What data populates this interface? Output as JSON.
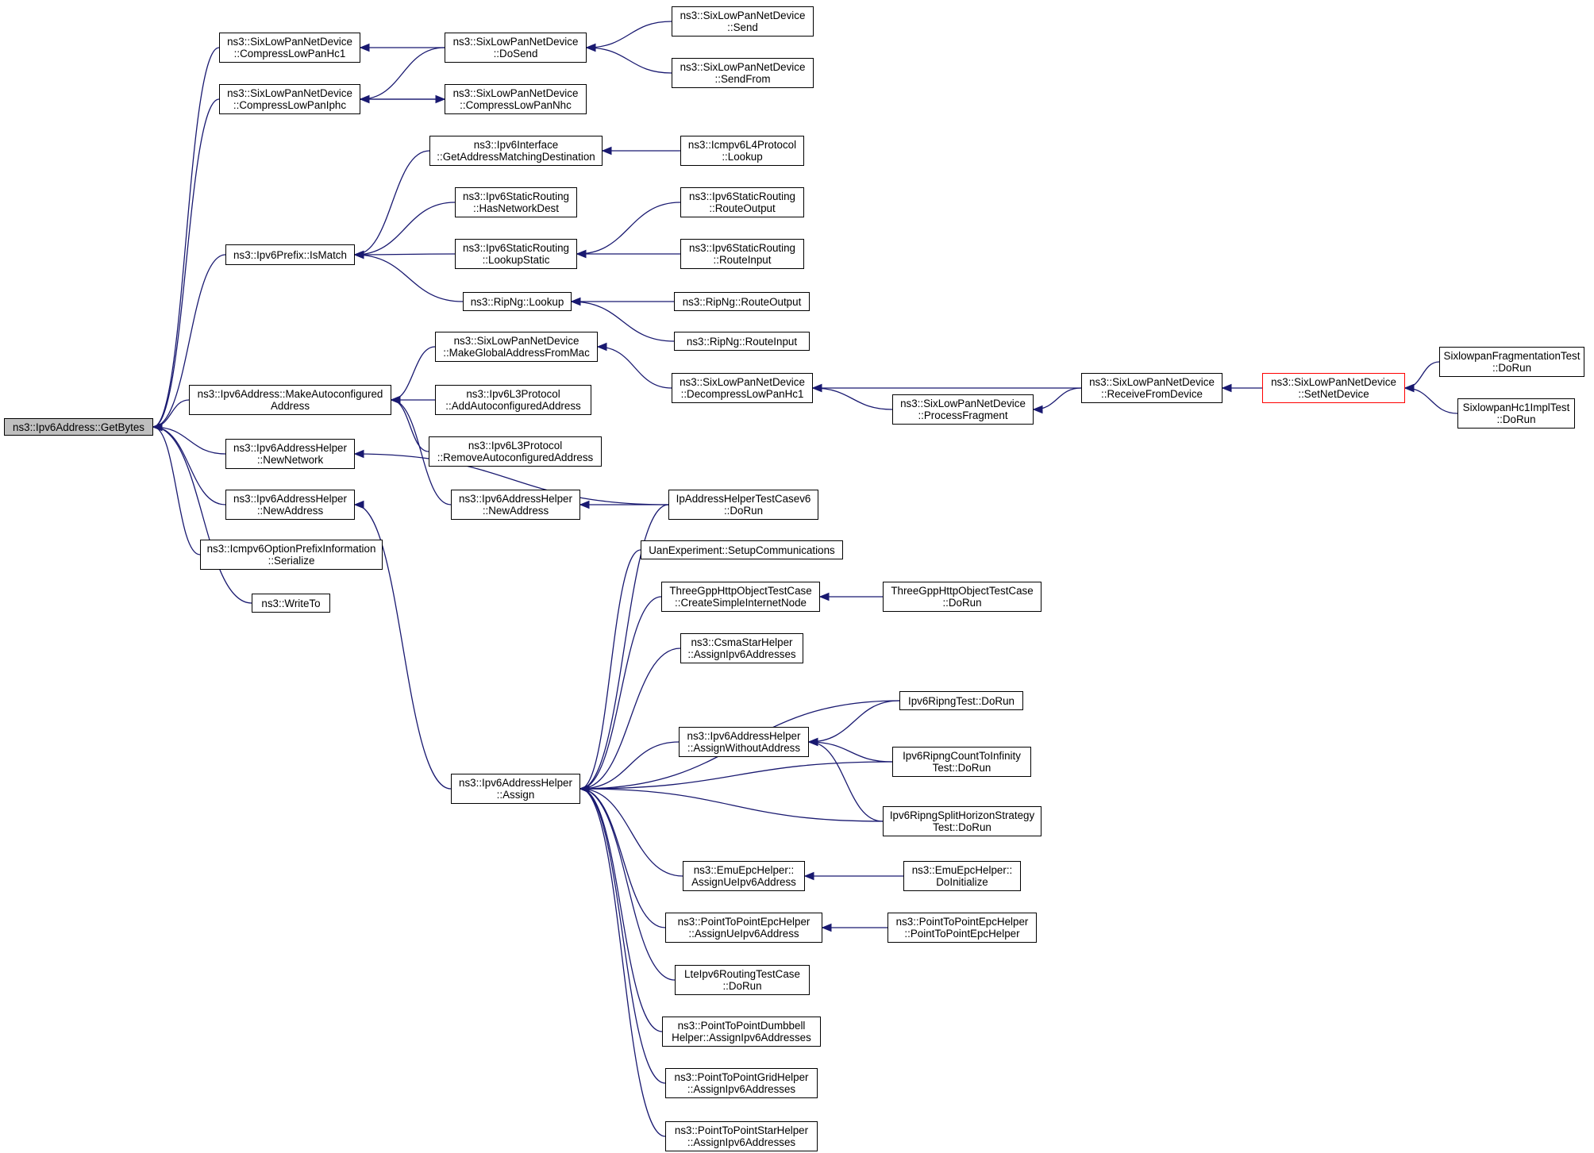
{
  "colors": {
    "edge": "#191970",
    "focus_fill": "#bfbfbf",
    "truncated_border": "#ff0000"
  },
  "nodes": [
    {
      "id": "getbytes",
      "lines": [
        "ns3::Ipv6Address::GetBytes"
      ],
      "focus": true
    },
    {
      "id": "compresslowpanhc1",
      "lines": [
        "ns3::SixLowPanNetDevice",
        "::CompressLowPanHc1"
      ]
    },
    {
      "id": "compresslowpaniphc",
      "lines": [
        "ns3::SixLowPanNetDevice",
        "::CompressLowPanIphc"
      ]
    },
    {
      "id": "ipv6prefix_ismatch",
      "lines": [
        "ns3::Ipv6Prefix::IsMatch"
      ]
    },
    {
      "id": "makeautoconfigured",
      "lines": [
        "ns3::Ipv6Address::MakeAutoconfigured",
        "Address"
      ]
    },
    {
      "id": "helper_newnetwork",
      "lines": [
        "ns3::Ipv6AddressHelper",
        "::NewNetwork"
      ]
    },
    {
      "id": "helper_newaddress_l",
      "lines": [
        "ns3::Ipv6AddressHelper",
        "::NewAddress"
      ]
    },
    {
      "id": "icmpv6_serialize",
      "lines": [
        "ns3::Icmpv6OptionPrefixInformation",
        "::Serialize"
      ]
    },
    {
      "id": "writeto",
      "lines": [
        "ns3::WriteTo"
      ]
    },
    {
      "id": "dosend",
      "lines": [
        "ns3::SixLowPanNetDevice",
        "::DoSend"
      ]
    },
    {
      "id": "compresslowpannhc",
      "lines": [
        "ns3::SixLowPanNetDevice",
        "::CompressLowPanNhc"
      ]
    },
    {
      "id": "send",
      "lines": [
        "ns3::SixLowPanNetDevice",
        "::Send"
      ]
    },
    {
      "id": "sendfrom",
      "lines": [
        "ns3::SixLowPanNetDevice",
        "::SendFrom"
      ]
    },
    {
      "id": "getaddrmatching",
      "lines": [
        "ns3::Ipv6Interface",
        "::GetAddressMatchingDestination"
      ]
    },
    {
      "id": "icmpv6l4_lookup",
      "lines": [
        "ns3::Icmpv6L4Protocol",
        "::Lookup"
      ]
    },
    {
      "id": "hasnetworkdest",
      "lines": [
        "ns3::Ipv6StaticRouting",
        "::HasNetworkDest"
      ]
    },
    {
      "id": "lookupstatic",
      "lines": [
        "ns3::Ipv6StaticRouting",
        "::LookupStatic"
      ]
    },
    {
      "id": "static_routeoutput",
      "lines": [
        "ns3::Ipv6StaticRouting",
        "::RouteOutput"
      ]
    },
    {
      "id": "static_routeinput",
      "lines": [
        "ns3::Ipv6StaticRouting",
        "::RouteInput"
      ]
    },
    {
      "id": "ripng_lookup",
      "lines": [
        "ns3::RipNg::Lookup"
      ]
    },
    {
      "id": "ripng_routeoutput",
      "lines": [
        "ns3::RipNg::RouteOutput"
      ]
    },
    {
      "id": "ripng_routeinput",
      "lines": [
        "ns3::RipNg::RouteInput"
      ]
    },
    {
      "id": "makeglobal",
      "lines": [
        "ns3::SixLowPanNetDevice",
        "::MakeGlobalAddressFromMac"
      ]
    },
    {
      "id": "addautoconf",
      "lines": [
        "ns3::Ipv6L3Protocol",
        "::AddAutoconfiguredAddress"
      ]
    },
    {
      "id": "removeautoconf",
      "lines": [
        "ns3::Ipv6L3Protocol",
        "::RemoveAutoconfiguredAddress"
      ]
    },
    {
      "id": "helper_newaddress_m",
      "lines": [
        "ns3::Ipv6AddressHelper",
        "::NewAddress"
      ]
    },
    {
      "id": "decompresslowpanhc1",
      "lines": [
        "ns3::SixLowPanNetDevice",
        "::DecompressLowPanHc1"
      ]
    },
    {
      "id": "processfragment",
      "lines": [
        "ns3::SixLowPanNetDevice",
        "::ProcessFragment"
      ]
    },
    {
      "id": "receivefromdevice",
      "lines": [
        "ns3::SixLowPanNetDevice",
        "::ReceiveFromDevice"
      ]
    },
    {
      "id": "setnetdevice",
      "lines": [
        "ns3::SixLowPanNetDevice",
        "::SetNetDevice"
      ],
      "truncated": true
    },
    {
      "id": "fragtest_dorun",
      "lines": [
        "SixlowpanFragmentationTest",
        "::DoRun"
      ]
    },
    {
      "id": "hc1impl_dorun",
      "lines": [
        "SixlowpanHc1ImplTest",
        "::DoRun"
      ]
    },
    {
      "id": "ipaddrhelpertest",
      "lines": [
        "IpAddressHelperTestCasev6",
        "::DoRun"
      ]
    },
    {
      "id": "uansetup",
      "lines": [
        "UanExperiment::SetupCommunications"
      ]
    },
    {
      "id": "threegpp_create",
      "lines": [
        "ThreeGppHttpObjectTestCase",
        "::CreateSimpleInternetNode"
      ]
    },
    {
      "id": "threegpp_dorun",
      "lines": [
        "ThreeGppHttpObjectTestCase",
        "::DoRun"
      ]
    },
    {
      "id": "csmastar",
      "lines": [
        "ns3::CsmaStarHelper",
        "::AssignIpv6Addresses"
      ]
    },
    {
      "id": "ripngtest",
      "lines": [
        "Ipv6RipngTest::DoRun"
      ]
    },
    {
      "id": "assignwithout",
      "lines": [
        "ns3::Ipv6AddressHelper",
        "::AssignWithoutAddress"
      ]
    },
    {
      "id": "ripngcount",
      "lines": [
        "Ipv6RipngCountToInfinity",
        "Test::DoRun"
      ]
    },
    {
      "id": "assign",
      "lines": [
        "ns3::Ipv6AddressHelper",
        "::Assign"
      ]
    },
    {
      "id": "ripngsplit",
      "lines": [
        "Ipv6RipngSplitHorizonStrategy",
        "Test::DoRun"
      ]
    },
    {
      "id": "emuepc_assign",
      "lines": [
        "ns3::EmuEpcHelper::",
        "AssignUeIpv6Address"
      ]
    },
    {
      "id": "emuepc_doinit",
      "lines": [
        "ns3::EmuEpcHelper::",
        "DoInitialize"
      ]
    },
    {
      "id": "p2pepc_assign",
      "lines": [
        "ns3::PointToPointEpcHelper",
        "::AssignUeIpv6Address"
      ]
    },
    {
      "id": "p2pepc_ctor",
      "lines": [
        "ns3::PointToPointEpcHelper",
        "::PointToPointEpcHelper"
      ]
    },
    {
      "id": "lteipv6",
      "lines": [
        "LteIpv6RoutingTestCase",
        "::DoRun"
      ]
    },
    {
      "id": "p2pdumbbell",
      "lines": [
        "ns3::PointToPointDumbbell",
        "Helper::AssignIpv6Addresses"
      ]
    },
    {
      "id": "p2pgrid",
      "lines": [
        "ns3::PointToPointGridHelper",
        "::AssignIpv6Addresses"
      ]
    },
    {
      "id": "p2pstar",
      "lines": [
        "ns3::PointToPointStarHelper",
        "::AssignIpv6Addresses"
      ]
    }
  ],
  "edges": [
    [
      "compresslowpanhc1",
      "getbytes"
    ],
    [
      "compresslowpaniphc",
      "getbytes"
    ],
    [
      "ipv6prefix_ismatch",
      "getbytes"
    ],
    [
      "makeautoconfigured",
      "getbytes"
    ],
    [
      "helper_newnetwork",
      "getbytes"
    ],
    [
      "helper_newaddress_l",
      "getbytes"
    ],
    [
      "icmpv6_serialize",
      "getbytes"
    ],
    [
      "writeto",
      "getbytes"
    ],
    [
      "dosend",
      "compresslowpanhc1"
    ],
    [
      "dosend",
      "compresslowpaniphc"
    ],
    [
      "compresslowpannhc",
      "compresslowpaniphc"
    ],
    [
      "compresslowpaniphc",
      "compresslowpannhc"
    ],
    [
      "send",
      "dosend"
    ],
    [
      "sendfrom",
      "dosend"
    ],
    [
      "getaddrmatching",
      "ipv6prefix_ismatch"
    ],
    [
      "hasnetworkdest",
      "ipv6prefix_ismatch"
    ],
    [
      "lookupstatic",
      "ipv6prefix_ismatch"
    ],
    [
      "ripng_lookup",
      "ipv6prefix_ismatch"
    ],
    [
      "icmpv6l4_lookup",
      "getaddrmatching"
    ],
    [
      "static_routeoutput",
      "lookupstatic"
    ],
    [
      "static_routeinput",
      "lookupstatic"
    ],
    [
      "ripng_routeoutput",
      "ripng_lookup"
    ],
    [
      "ripng_routeinput",
      "ripng_lookup"
    ],
    [
      "makeglobal",
      "makeautoconfigured"
    ],
    [
      "addautoconf",
      "makeautoconfigured"
    ],
    [
      "removeautoconf",
      "makeautoconfigured"
    ],
    [
      "helper_newaddress_m",
      "makeautoconfigured"
    ],
    [
      "decompresslowpanhc1",
      "makeglobal"
    ],
    [
      "receivefromdevice",
      "decompresslowpanhc1"
    ],
    [
      "processfragment",
      "decompresslowpanhc1"
    ],
    [
      "receivefromdevice",
      "processfragment"
    ],
    [
      "setnetdevice",
      "receivefromdevice"
    ],
    [
      "fragtest_dorun",
      "setnetdevice"
    ],
    [
      "hc1impl_dorun",
      "setnetdevice"
    ],
    [
      "ipaddrhelpertest",
      "helper_newaddress_m"
    ],
    [
      "ipaddrhelpertest",
      "helper_newnetwork"
    ],
    [
      "assign",
      "helper_newaddress_l"
    ],
    [
      "ipaddrhelpertest",
      "assign"
    ],
    [
      "uansetup",
      "assign"
    ],
    [
      "threegpp_create",
      "assign"
    ],
    [
      "threegpp_dorun",
      "threegpp_create"
    ],
    [
      "csmastar",
      "assign"
    ],
    [
      "ripngtest",
      "assign"
    ],
    [
      "assignwithout",
      "assign"
    ],
    [
      "ripngtest",
      "assignwithout"
    ],
    [
      "ripngcount",
      "assignwithout"
    ],
    [
      "ripngsplit",
      "assignwithout"
    ],
    [
      "ripngcount",
      "assign"
    ],
    [
      "ripngsplit",
      "assign"
    ],
    [
      "emuepc_assign",
      "assign"
    ],
    [
      "emuepc_doinit",
      "emuepc_assign"
    ],
    [
      "p2pepc_assign",
      "assign"
    ],
    [
      "p2pepc_ctor",
      "p2pepc_assign"
    ],
    [
      "lteipv6",
      "assign"
    ],
    [
      "p2pdumbbell",
      "assign"
    ],
    [
      "p2pgrid",
      "assign"
    ],
    [
      "p2pstar",
      "assign"
    ]
  ]
}
